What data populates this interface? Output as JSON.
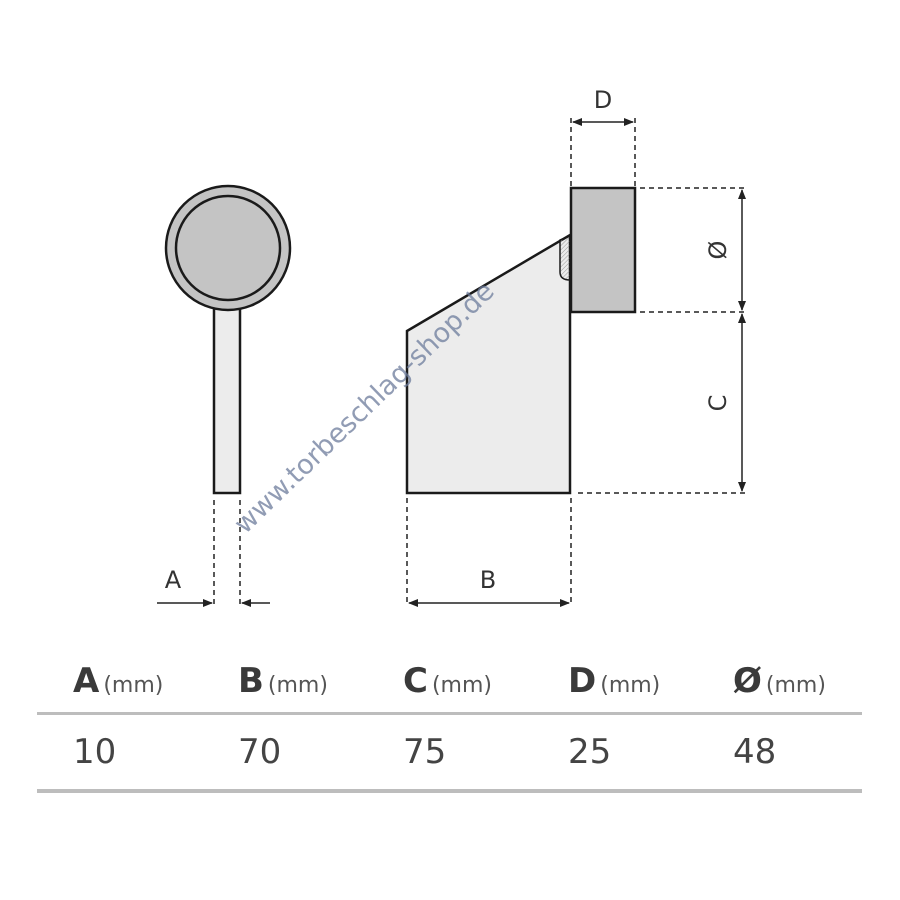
{
  "diagram": {
    "labels": {
      "a": "A",
      "b": "B",
      "c": "C",
      "d": "D",
      "dia": "Ø"
    },
    "watermark": "www.torbeschlag-shop.de",
    "colors": {
      "part_light": "#ececec",
      "part_dark": "#c4c4c4",
      "outline": "#1a1a1a"
    }
  },
  "table": {
    "columns": [
      {
        "key": "A",
        "unit": "(mm)",
        "value": "10"
      },
      {
        "key": "B",
        "unit": "(mm)",
        "value": "70"
      },
      {
        "key": "C",
        "unit": "(mm)",
        "value": "75"
      },
      {
        "key": "D",
        "unit": "(mm)",
        "value": "25"
      },
      {
        "key": "Ø",
        "unit": "(mm)",
        "value": "48"
      }
    ]
  }
}
